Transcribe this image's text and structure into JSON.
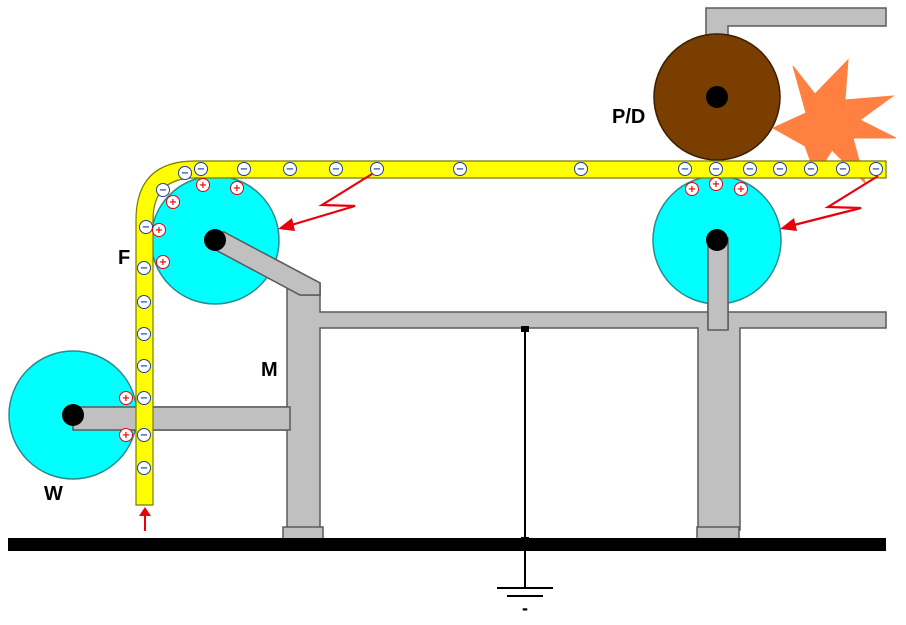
{
  "labels": {
    "pressure_drum": "P/D",
    "film": "F",
    "machine_frame": "M",
    "wind_roll": "W",
    "ground_sign": "-"
  },
  "charge_symbols": {
    "negative": "−",
    "positive": "+"
  },
  "colors": {
    "film": "#ffff00",
    "film_outline": "#7a7a00",
    "idler_roller": "#00ffff",
    "pressure_drum": "#7a3e00",
    "frame": "#c0c0c0",
    "ground_bar": "#000000",
    "discharge_arrow": "#e8000b",
    "spark": "#ff8040",
    "negative_charge": "#1f3f9f",
    "positive_charge": "#e8000b"
  },
  "icons": [
    "spark-burst-icon",
    "lightning-arrow-icon",
    "ground-symbol-icon",
    "feed-direction-arrow-icon"
  ]
}
